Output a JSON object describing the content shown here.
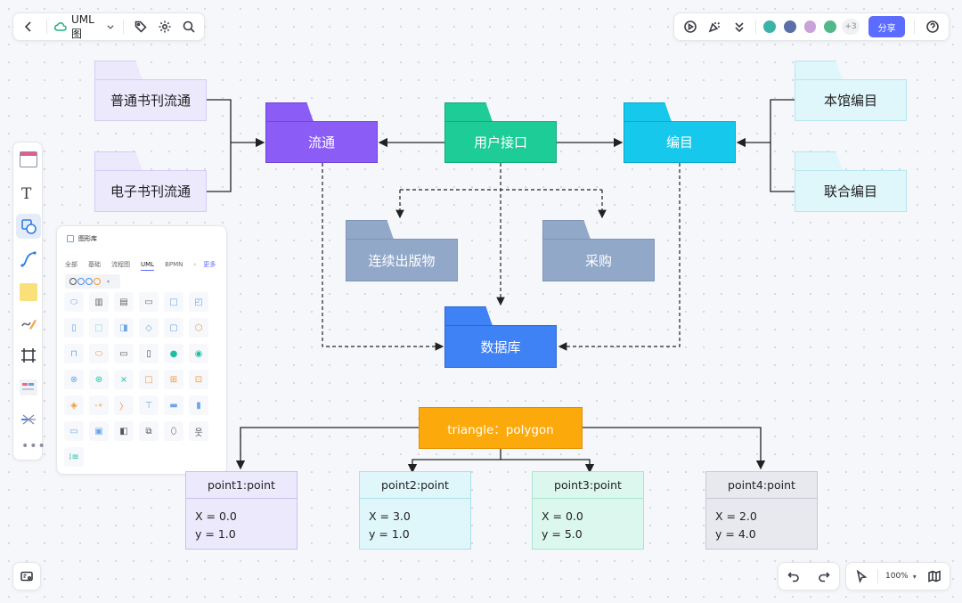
{
  "toolbar": {
    "doc_title": "UML图",
    "share_label": "分享",
    "extra_users": "+3"
  },
  "zoom": {
    "level": "100%"
  },
  "shape_library": {
    "title": "图形库",
    "tabs": [
      "全部",
      "基础",
      "流程图",
      "UML",
      "BPMN",
      "更多"
    ],
    "active_tab": "UML",
    "accent": "#5b6cff"
  },
  "diagram": {
    "packages": {
      "journal": "普通书刊流通",
      "ejournal": "电子书刊流通",
      "circulation": "流通",
      "user_interface": "用户接口",
      "cataloging": "编目",
      "local_catalog": "本馆编目",
      "union_catalog": "联合编目",
      "serial": "连续出版物",
      "purchase": "采购",
      "database": "数据库"
    },
    "triangle": "triangle：polygon",
    "points": [
      {
        "header": "point1:point",
        "x": "X = 0.0",
        "y": "y = 1.0",
        "color": "#ece9fc"
      },
      {
        "header": "point2:point",
        "x": "X = 3.0",
        "y": "y = 1.0",
        "color": "#dff6fb"
      },
      {
        "header": "point3:point",
        "x": "X = 0.0",
        "y": "y = 5.0",
        "color": "#dcf7ee"
      },
      {
        "header": "point4:point",
        "x": "X = 2.0",
        "y": "y = 4.0",
        "color": "#e7e9ee"
      }
    ]
  },
  "colors": {
    "purple": "#8b5cf6",
    "green": "#1dcc96",
    "cyan": "#16c9ec",
    "blue": "#3f82f5",
    "grey_blue": "#92a8c9",
    "orange": "#fba90b"
  }
}
